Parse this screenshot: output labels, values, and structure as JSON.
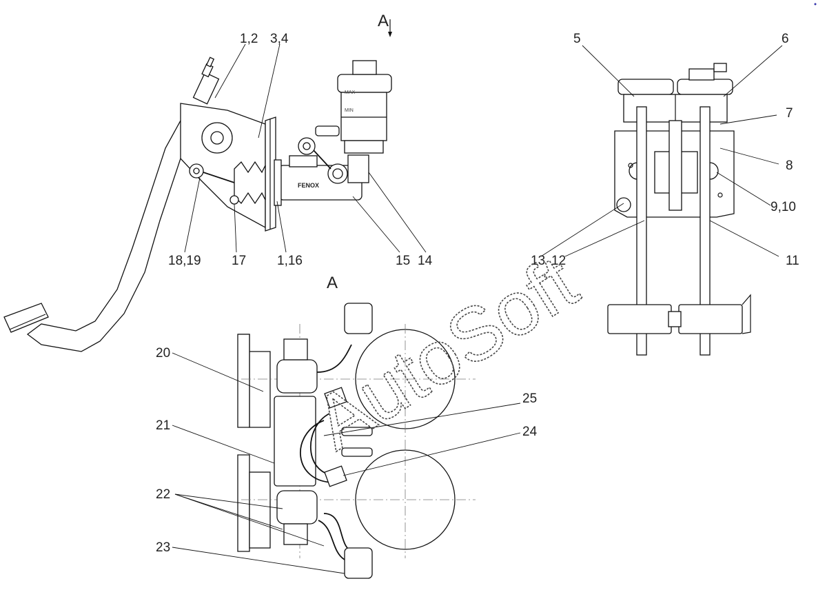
{
  "view_marks": {
    "section_arrow": "A",
    "section_view": "A"
  },
  "callouts": {
    "c_1_2": "1,2",
    "c_3_4": "3,4",
    "c_5": "5",
    "c_6": "6",
    "c_7": "7",
    "c_8": "8",
    "c_9_10": "9,10",
    "c_11": "11",
    "c_12": "12",
    "c_13": "13",
    "c_14": "14",
    "c_15": "15",
    "c_1_16": "1,16",
    "c_17": "17",
    "c_18_19": "18,19",
    "c_20": "20",
    "c_21": "21",
    "c_22": "22",
    "c_23": "23",
    "c_24": "24",
    "c_25": "25"
  },
  "part_markings": {
    "cylinder_brand": "FENOX",
    "reservoir_max": "MAX",
    "reservoir_min": "MIN"
  },
  "watermark": "AutoSoft",
  "colors": {
    "line": "#111111",
    "background": "#ffffff"
  }
}
